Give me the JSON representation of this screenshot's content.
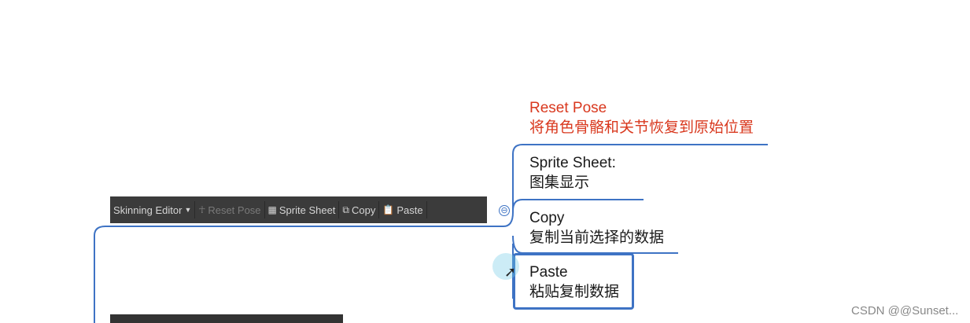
{
  "toolbar": {
    "skinning_editor": "Skinning Editor",
    "reset_pose": "Reset Pose",
    "sprite_sheet": "Sprite Sheet",
    "copy": "Copy",
    "paste": "Paste"
  },
  "nodes": [
    {
      "title": "Reset Pose",
      "desc": "将角色骨骼和关节恢复到原始位置"
    },
    {
      "title": "Sprite Sheet:",
      "desc": "图集显示"
    },
    {
      "title": "Copy",
      "desc": "复制当前选择的数据"
    },
    {
      "title": "Paste",
      "desc": "粘贴复制数据"
    }
  ],
  "collapse_symbol": "⊖",
  "watermark": "CSDN @@Sunset...",
  "colors": {
    "connector": "#3e73c4",
    "accent_red": "#d9381e",
    "toolbar_bg": "#3b3b3b"
  },
  "icons": {
    "reset_pose": "figure-icon",
    "sprite_sheet": "grid-icon",
    "copy": "copy-icon",
    "paste": "paste-icon",
    "collapse": "collapse-icon",
    "cursor": "mouse-cursor-icon"
  }
}
